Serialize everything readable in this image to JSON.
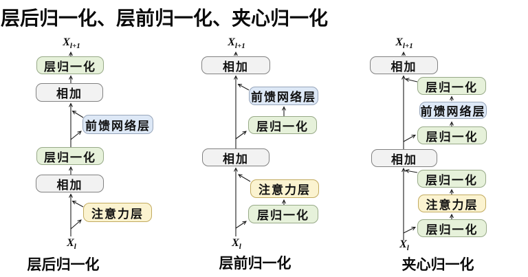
{
  "title": "层后归一化、层前归一化、夹心归一化",
  "colors": {
    "layernorm_fill": "#e6f1da",
    "layernorm_border": "#97a987",
    "add_fill": "#f2f2f2",
    "add_border": "#808080",
    "ffn_fill": "#dde8f6",
    "ffn_border": "#97a5ba",
    "attention_fill": "#fbf3d0",
    "attention_border": "#c2aa5e",
    "line": "#1a1a1a",
    "background": "#ffffff"
  },
  "diagrams": [
    {
      "caption": "层后归一化",
      "output_var": {
        "base": "X",
        "sub": "l+1"
      },
      "input_var": {
        "base": "X",
        "sub": "l"
      },
      "nodes": [
        {
          "label": "层归一化",
          "type": "layernorm"
        },
        {
          "label": "相加",
          "type": "add"
        },
        {
          "label": "前馈网络层",
          "type": "ffn"
        },
        {
          "label": "层归一化",
          "type": "layernorm"
        },
        {
          "label": "相加",
          "type": "add"
        },
        {
          "label": "注意力层",
          "type": "attention"
        }
      ]
    },
    {
      "caption": "层前归一化",
      "output_var": {
        "base": "X",
        "sub": "l+1"
      },
      "input_var": {
        "base": "X",
        "sub": "l"
      },
      "nodes": [
        {
          "label": "相加",
          "type": "add"
        },
        {
          "label": "前馈网络层",
          "type": "ffn"
        },
        {
          "label": "层归一化",
          "type": "layernorm"
        },
        {
          "label": "相加",
          "type": "add"
        },
        {
          "label": "注意力层",
          "type": "attention"
        },
        {
          "label": "层归一化",
          "type": "layernorm"
        }
      ]
    },
    {
      "caption": "夹心归一化",
      "output_var": {
        "base": "X",
        "sub": "l+1"
      },
      "input_var": {
        "base": "X",
        "sub": "l"
      },
      "nodes": [
        {
          "label": "相加",
          "type": "add"
        },
        {
          "label": "层归一化",
          "type": "layernorm"
        },
        {
          "label": "前馈网络层",
          "type": "ffn"
        },
        {
          "label": "层归一化",
          "type": "layernorm"
        },
        {
          "label": "相加",
          "type": "add"
        },
        {
          "label": "层归一化",
          "type": "layernorm"
        },
        {
          "label": "注意力层",
          "type": "attention"
        },
        {
          "label": "层归一化",
          "type": "layernorm"
        }
      ]
    }
  ]
}
